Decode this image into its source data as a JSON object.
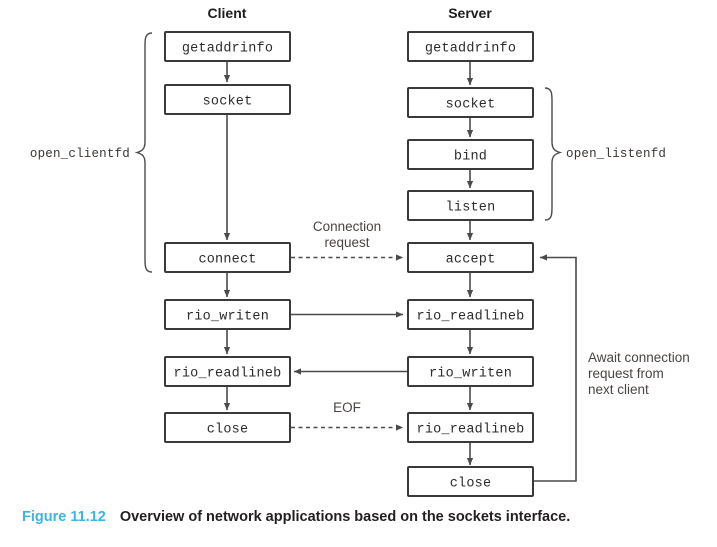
{
  "figure": {
    "number": "Figure 11.12",
    "caption": "Overview of network applications based on the sockets interface."
  },
  "columns": {
    "client": {
      "title": "Client"
    },
    "server": {
      "title": "Server"
    }
  },
  "client_steps": [
    {
      "id": "client-getaddrinfo",
      "label": "getaddrinfo"
    },
    {
      "id": "client-socket",
      "label": "socket"
    },
    {
      "id": "client-connect",
      "label": "connect"
    },
    {
      "id": "client-rio-writen",
      "label": "rio_writen"
    },
    {
      "id": "client-rio-readlineb",
      "label": "rio_readlineb"
    },
    {
      "id": "client-close",
      "label": "close"
    }
  ],
  "server_steps": [
    {
      "id": "server-getaddrinfo",
      "label": "getaddrinfo"
    },
    {
      "id": "server-socket",
      "label": "socket"
    },
    {
      "id": "server-bind",
      "label": "bind"
    },
    {
      "id": "server-listen",
      "label": "listen"
    },
    {
      "id": "server-accept",
      "label": "accept"
    },
    {
      "id": "server-rio-readlineb-1",
      "label": "rio_readlineb"
    },
    {
      "id": "server-rio-writen",
      "label": "rio_writen"
    },
    {
      "id": "server-rio-readlineb-2",
      "label": "rio_readlineb"
    },
    {
      "id": "server-close",
      "label": "close"
    }
  ],
  "braces": {
    "client_group_label": "open_clientfd",
    "server_group_label": "open_listenfd"
  },
  "annotations": {
    "connection_request_line1": "Connection",
    "connection_request_line2": "request",
    "eof": "EOF",
    "await_line1": "Await connection",
    "await_line2": "request from",
    "await_line3": "next client"
  },
  "colors": {
    "figure_number": "#3cb4e5",
    "box_stroke": "#3a3a3a",
    "line_stroke": "#4a4a4a",
    "text": "#2b2b2b",
    "background": "#ffffff"
  }
}
